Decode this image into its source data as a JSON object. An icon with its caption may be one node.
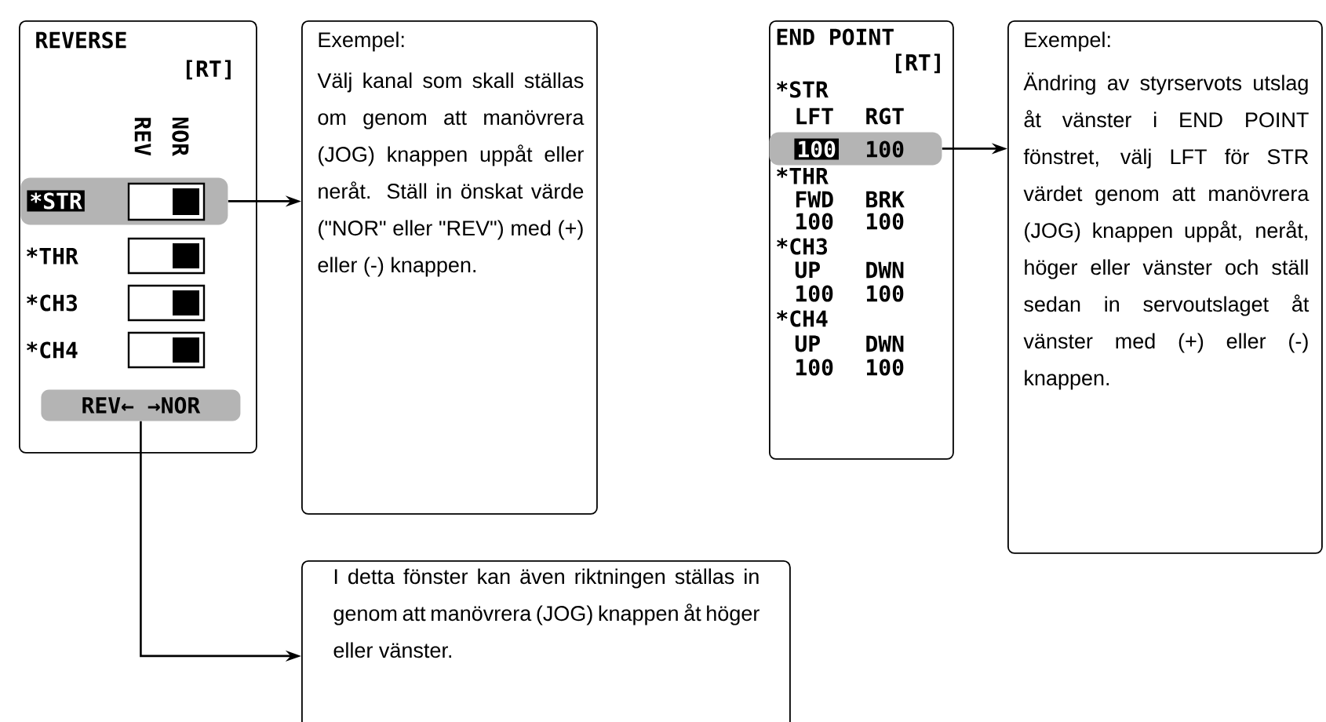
{
  "diagram": {
    "nodes": [
      {
        "text": [
          "REVERSE",
          "[RT]"
        ]
      },
      {
        "text": [
          "*STR"
        ],
        "in": 0
      },
      {
        "text": [
          "REV← →NOR"
        ],
        "in": 0
      },
      {
        "text": [
          "Exempel:",
          "Välj kanal som skall ställas om genom att manövrera (JOG) knappen uppåt eller neråt. Ställ in önskat värde (\"NOR\" eller \"REV\") med (+) eller (-) knappen."
        ]
      },
      {
        "text": [
          "I detta fönster kan även riktningen ställas in genom att manövrera (JOG) knappen åt höger eller vänster."
        ]
      },
      {
        "text": [
          "END POINT",
          "[RT]"
        ]
      },
      {
        "text": [
          "100",
          "100"
        ],
        "in": 5
      },
      {
        "text": [
          "Exempel:",
          "Ändring av styrservots utslag åt vänster i END POINT fönstret, välj LFT för STR värdet genom att manövrera (JOG) knappen uppåt, neråt, höger eller vänster och ställ sedan in servoutslaget åt vänster med (+) eller (-) knappen."
        ]
      }
    ],
    "edges": [
      {
        "from": 1,
        "to": 3,
        "arrow": "to"
      },
      {
        "from": 6,
        "to": 7,
        "arrow": "to"
      },
      {
        "from": 2,
        "to": 4,
        "arrow": "to"
      }
    ],
    "labels": [
      "REV",
      "NOR",
      "*THR",
      "*CH3",
      "*CH4",
      "*STR",
      "LFT",
      "RGT",
      "*THR",
      "FWD",
      "BRK",
      "100",
      "100",
      "*CH3",
      "UP",
      "DWN",
      "100",
      "100",
      "*CH4",
      "UP",
      "DWN",
      "100",
      "100"
    ]
  }
}
